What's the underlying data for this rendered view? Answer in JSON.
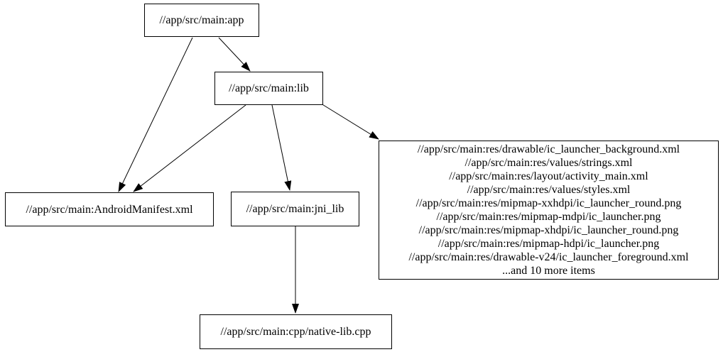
{
  "diagram": {
    "type": "directed-dependency-graph",
    "background_color": "#ffffff",
    "node_border_color": "#000000",
    "text_color": "#000000",
    "edge_color": "#000000",
    "nodes": {
      "app": {
        "label": "//app/src/main:app"
      },
      "lib": {
        "label": "//app/src/main:lib"
      },
      "android_manifest": {
        "label": "//app/src/main:AndroidManifest.xml"
      },
      "jni_lib": {
        "label": "//app/src/main:jni_lib"
      },
      "res_list": {
        "lines": [
          "//app/src/main:res/drawable/ic_launcher_background.xml",
          "//app/src/main:res/values/strings.xml",
          "//app/src/main:res/layout/activity_main.xml",
          "//app/src/main:res/values/styles.xml",
          "//app/src/main:res/mipmap-xxhdpi/ic_launcher_round.png",
          "//app/src/main:res/mipmap-mdpi/ic_launcher.png",
          "//app/src/main:res/mipmap-xhdpi/ic_launcher_round.png",
          "//app/src/main:res/mipmap-hdpi/ic_launcher.png",
          "//app/src/main:res/drawable-v24/ic_launcher_foreground.xml",
          "...and 10 more items"
        ]
      },
      "native_lib_cpp": {
        "label": "//app/src/main:cpp/native-lib.cpp"
      }
    },
    "edges": [
      {
        "from": "app",
        "to": "lib"
      },
      {
        "from": "app",
        "to": "android_manifest"
      },
      {
        "from": "lib",
        "to": "android_manifest"
      },
      {
        "from": "lib",
        "to": "jni_lib"
      },
      {
        "from": "lib",
        "to": "res_list"
      },
      {
        "from": "jni_lib",
        "to": "native_lib_cpp"
      }
    ]
  }
}
